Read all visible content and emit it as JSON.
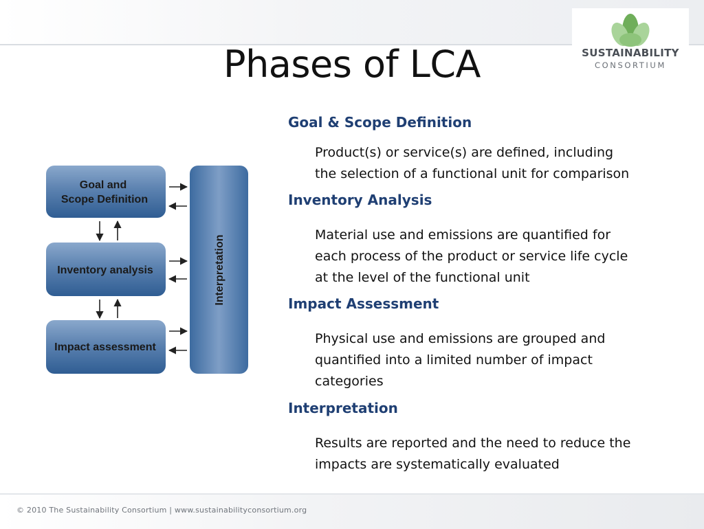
{
  "slide": {
    "title": "Phases of LCA",
    "footer": "© 2010 The Sustainability Consortium  |  www.sustainabilityconsortium.org"
  },
  "logo": {
    "line1": "SUSTAINABILITY",
    "line2": "CONSORTIUM",
    "colors": {
      "leaf_dark": "#6fae5a",
      "leaf_light": "#a9d49a",
      "leaf_mid": "#8ec47b"
    }
  },
  "diagram": {
    "boxes": [
      {
        "line1": "Goal and",
        "line2": "Scope Definition"
      },
      {
        "line1": "Inventory analysis",
        "line2": ""
      },
      {
        "line1": "Impact assessment",
        "line2": ""
      }
    ],
    "side_label": "Interpretation",
    "colors": {
      "box_top": "#7c9cc4",
      "box_bottom": "#2f5d93",
      "text": "#1a1a1a"
    }
  },
  "sections": [
    {
      "heading": "Goal & Scope Definition",
      "lines": [
        "Product(s) or service(s) are defined, including",
        "the selection of a functional unit for comparison"
      ]
    },
    {
      "heading": "Inventory Analysis",
      "lines": [
        "Material use and emissions are quantified for",
        "each process of the product or service life cycle",
        "at the level of the functional unit"
      ]
    },
    {
      "heading": "Impact Assessment",
      "lines": [
        "Physical use and emissions are grouped and",
        "quantified into a limited number of impact",
        "categories"
      ]
    },
    {
      "heading": "Interpretation",
      "lines": [
        "Results are reported and the need to reduce the",
        "impacts are systematically evaluated"
      ]
    }
  ],
  "colors": {
    "heading": "#1f3f73",
    "text": "#111111"
  }
}
